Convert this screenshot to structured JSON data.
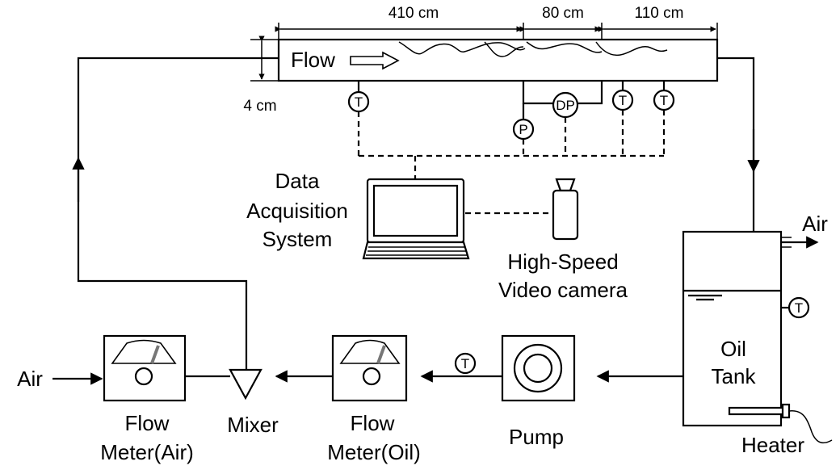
{
  "dimensions": {
    "seg1": "410 cm",
    "seg2": "80 cm",
    "seg3": "110 cm",
    "height": "4 cm"
  },
  "test_section": {
    "flow_label": "Flow"
  },
  "sensors": {
    "temperature": "T",
    "pressure": "P",
    "differential_pressure": "DP"
  },
  "components": {
    "daq": [
      "Data",
      "Acquisition",
      "System"
    ],
    "camera": [
      "High-Speed",
      "Video camera"
    ],
    "flow_meter_air": [
      "Flow",
      "Meter(Air)"
    ],
    "mixer": "Mixer",
    "flow_meter_oil": [
      "Flow",
      "Meter(Oil)"
    ],
    "pump": "Pump",
    "oil_tank": [
      "Oil",
      "Tank"
    ],
    "heater": "Heater",
    "air_in": "Air",
    "air_out": "Air"
  }
}
